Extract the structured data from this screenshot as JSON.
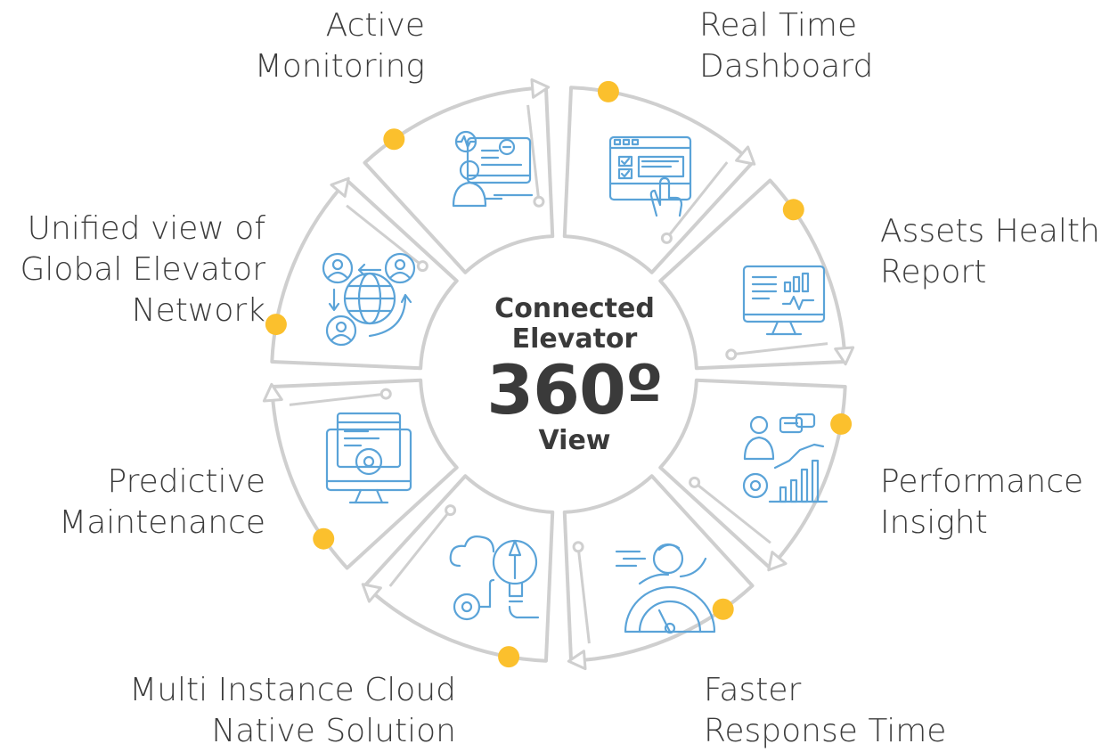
{
  "center": {
    "line1": "Connected",
    "line2": "Elevator",
    "line3": "360º",
    "line4": "View"
  },
  "segments": [
    {
      "id": "active-monitoring",
      "lines": [
        "Active",
        "Monitoring"
      ],
      "icon": "monitoring-person-icon"
    },
    {
      "id": "real-time-dashboard",
      "lines": [
        "Real Time",
        "Dashboard"
      ],
      "icon": "dashboard-click-icon"
    },
    {
      "id": "assets-health-report",
      "lines": [
        "Assets Health",
        "Report"
      ],
      "icon": "monitor-report-icon"
    },
    {
      "id": "performance-insight",
      "lines": [
        "Performance",
        "Insight"
      ],
      "icon": "growth-chart-icon"
    },
    {
      "id": "faster-response-time",
      "lines": [
        "Faster",
        "Response Time"
      ],
      "icon": "speedometer-person-icon"
    },
    {
      "id": "multi-instance-cloud",
      "lines": [
        "Multi Instance Cloud",
        "Native Solution"
      ],
      "icon": "cloud-bulb-gear-icon"
    },
    {
      "id": "predictive-maintenance",
      "lines": [
        "Predictive",
        "Maintenance"
      ],
      "icon": "browser-gear-icon"
    },
    {
      "id": "unified-view",
      "lines": [
        "Unified view of",
        "Global Elevator",
        "Network"
      ],
      "icon": "global-network-icon"
    }
  ],
  "colors": {
    "ring": "#cfcfcf",
    "dot": "#fbc02d",
    "icon": "#5aa3d8",
    "text": "#3c3c3c"
  }
}
